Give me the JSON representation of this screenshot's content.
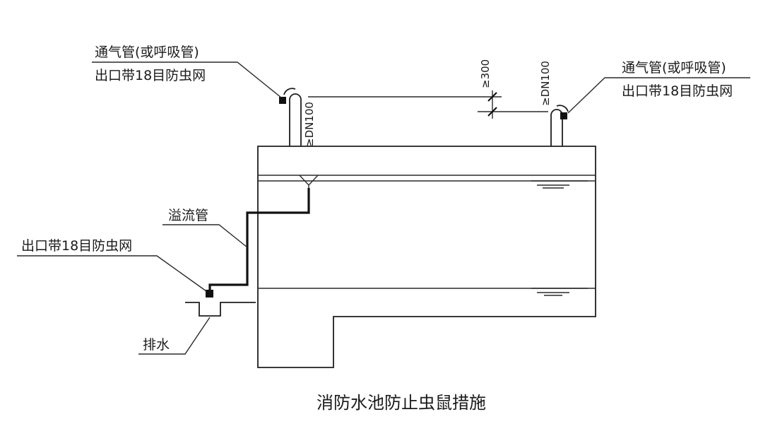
{
  "labels": {
    "vent_left_line1": "通气管(或呼吸管)",
    "vent_left_line2": "出口带18目防虫网",
    "vent_right_line1": "通气管(或呼吸管)",
    "vent_right_line2": "出口带18目防虫网",
    "overflow_pipe": "溢流管",
    "outlet_screen": "出口带18目防虫网",
    "drain": "排水"
  },
  "dimensions": {
    "pipe_dn_left": "≥DN100",
    "pipe_dn_right": "≥DN100",
    "height_diff": "≥300"
  },
  "title": "消防水池防止虫鼠措施"
}
